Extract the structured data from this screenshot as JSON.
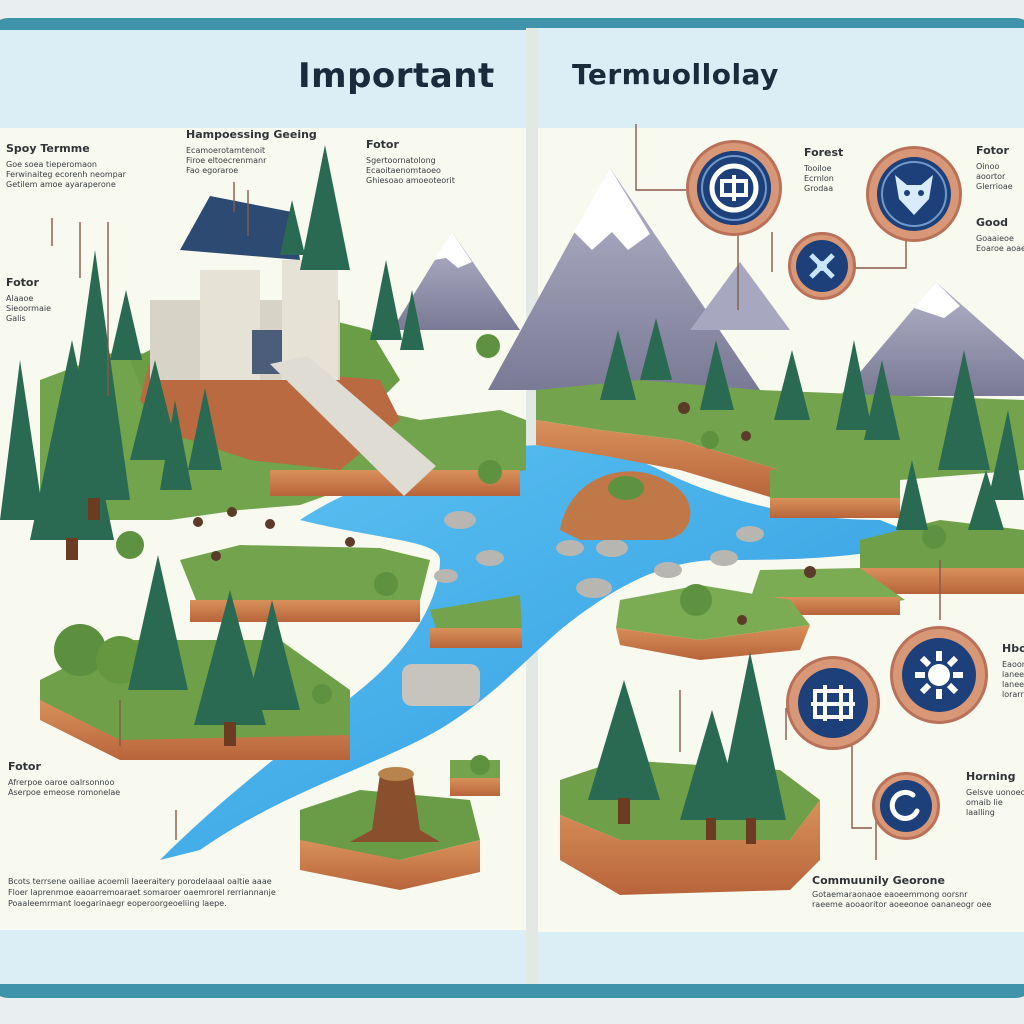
{
  "book": {
    "left_page": {
      "title": "Important",
      "labels": {
        "top_left": "Spoy Termme",
        "top_mid": "Hampoessing Geeing",
        "top_right": "Fotor",
        "mid_left": "Fotor",
        "bottom_left": "Fotor"
      },
      "notes": {
        "top_left": "Goe soea tieperomaon\nFerwinaiteg ecorenh neompar\nGetilem amoe ayaraperone",
        "top_mid": "Ecamoerotamtenoit\nFiroe eltoecrenmanr\nFao egoraroe",
        "top_right": "Sgertoornatolong\nEcaoitaenomtaoeo\nGhiesoao amoeoteorit",
        "mid_left": "Alaaoe\nSieoormaie\nGalis",
        "bottom_left": "Afrerpoe oaroe oalrsonnoo\nAserpoe emeose romonelae",
        "bottom_paragraph": "Bcots terrsene oailiae acoemii laeeraitery porodelaaal oaltie aaae\nFloer laprenmoe eaoarremoaraet somaroer oaemrorel rerriannanje\nPoaaleemrmant loegarinaegr eoperoorgeoeliing laepe."
      }
    },
    "right_page": {
      "title": "Termuollolay",
      "labels": {
        "forest": "Forest",
        "fotor": "Fotor",
        "good": "Good",
        "hbo": "Hbo",
        "herding": "Horning",
        "community": "Commuunily Georone"
      },
      "notes": {
        "forest": "Tooiloe\nEcrnlon\nGrodaa",
        "fotor": "Oinoo\naoortor\nGlerrioae",
        "good": "Goaaieoe\nEoaroe aoaeior",
        "hbo": "Eaoor\nlanee\nlanee\nlorarr",
        "herding": "Gelsve uonoeo\nomaib lie\nlaalling",
        "community": "Gotaemaraonaoe eaoeemmong oorsnr\nraeeme aooaoritor aoeeonoe oananeogr oee"
      }
    },
    "icons": [
      {
        "name": "stone-tablet-icon"
      },
      {
        "name": "fox-mask-icon"
      },
      {
        "name": "crossed-tools-icon"
      },
      {
        "name": "sun-gear-icon"
      },
      {
        "name": "shelter-icon"
      },
      {
        "name": "crescent-icon"
      }
    ],
    "colors": {
      "page": "#f7f9ee",
      "cover": "#3b8ea6",
      "title": "#1b2b3b",
      "water": "#37a6e6",
      "grass": "#6fa048",
      "cliff": "#c87a4a",
      "pine": "#2b6a52",
      "mountain": "#8f8ea7",
      "icon_ring": "#d89878",
      "icon_disc": "#1d3f7a"
    }
  }
}
